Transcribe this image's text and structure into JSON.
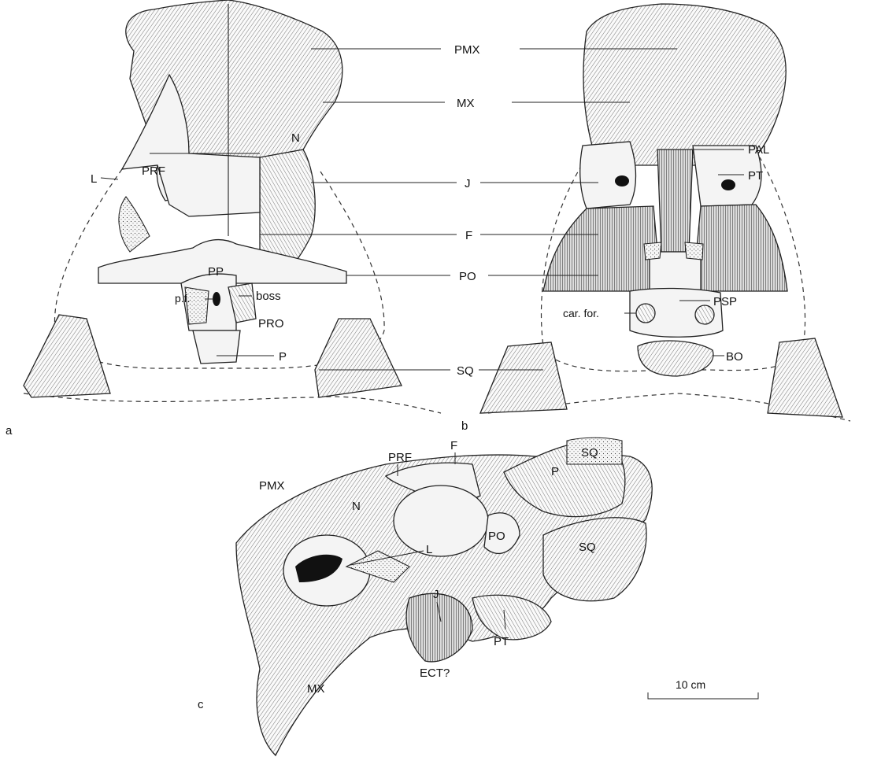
{
  "panels": [
    {
      "letter": "a"
    },
    {
      "letter": "b"
    },
    {
      "letter": "c"
    }
  ],
  "labels": {
    "center": [
      "PMX",
      "MX",
      "J",
      "F",
      "PO",
      "SQ"
    ],
    "a": [
      "N",
      "PRF",
      "L",
      "PP",
      "p.f.",
      "boss",
      "PRO",
      "P"
    ],
    "b": [
      "PAL",
      "PT",
      "PSP",
      "car. for.",
      "BO"
    ],
    "c": [
      "PRF",
      "F",
      "SQ",
      "P",
      "PMX",
      "N",
      "L",
      "PO",
      "SQ",
      "J",
      "MX",
      "ECT?",
      "PT"
    ]
  },
  "scale_bar": {
    "label": "10 cm"
  }
}
